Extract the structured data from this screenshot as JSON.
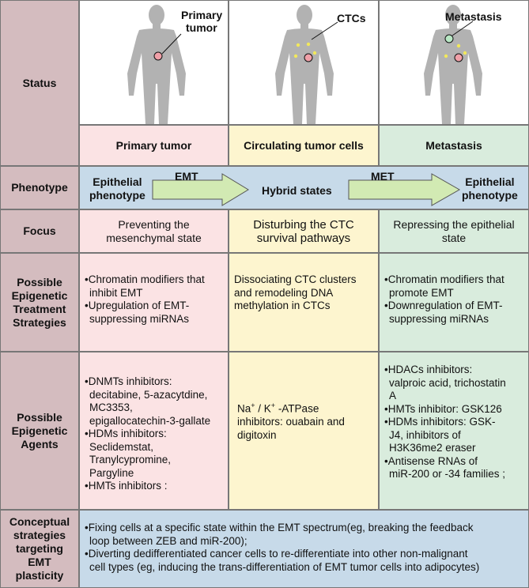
{
  "rows": {
    "status": "Status",
    "phenotype": "Phenotype",
    "focus": "Focus",
    "strategies": "Possible Epigenetic Treatment Strategies",
    "agents": "Possible Epigenetic Agents",
    "conceptual": "Conceptual strategies targeting EMT plasticity"
  },
  "status": {
    "primary_label_1": "Primary",
    "primary_label_2": "tumor",
    "ctc_label": "CTCs",
    "metastasis_label": "Metastasis",
    "col1_title": "Primary tumor",
    "col2_title": "Circulating tumor cells",
    "col3_title": "Metastasis"
  },
  "phenotype": {
    "left_1": "Epithelial",
    "left_2": "phenotype",
    "emt": "EMT",
    "middle": "Hybrid states",
    "met": "MET",
    "right_1": "Epithelial",
    "right_2": "phenotype"
  },
  "focus": {
    "col1_1": "Preventing the",
    "col1_2": "mesenchymal state",
    "col2_1": "Disturbing the CTC",
    "col2_2": "survival pathways",
    "col3_1": "Repressing the epithelial",
    "col3_2": "state"
  },
  "strategies": {
    "col1": [
      "•Chromatin modifiers that",
      "inhibit EMT",
      "•Upregulation of EMT-",
      "suppressing miRNAs"
    ],
    "col2": [
      "Dissociating CTC clusters",
      "and remodeling DNA",
      "methylation in CTCs"
    ],
    "col3": [
      "•Chromatin  modifiers that",
      "promote EMT",
      "•Downregulation  of EMT-",
      "suppressing miRNAs"
    ]
  },
  "agents": {
    "col1": [
      "•DNMTs inhibitors:",
      "decitabine, 5-azacytdine,",
      "MC3353,",
      "epigallocatechin-3-gallate",
      "•HDMs inhibitors:",
      "Seclidemstat,",
      "Tranylcypromine,",
      "Pargyline",
      "•HMTs inhibitors :"
    ],
    "col2_na": "Na",
    "col2_plus1": "+",
    "col2_k": " / K",
    "col2_plus2": "+",
    "col2_rest": " -ATPase",
    "col2_lines": [
      "inhibitors: ouabain and",
      "digitoxin"
    ],
    "col3": [
      "•HDACs inhibitors:",
      "valproic acid, trichostatin",
      "A",
      "•HMTs inhibitor: GSK126",
      "•HDMs inhibitors: GSK-",
      "J4, inhibitors of",
      "H3K36me2 eraser",
      "•Antisense RNAs of",
      "miR-200 or -34 families ;"
    ]
  },
  "conceptual": {
    "lines": [
      "•Fixing cells at a specific state within the EMT spectrum(eg, breaking the feedback",
      "loop between ZEB and miR-200);",
      "•Diverting dedifferentiated cancer cells to re-differentiate into other non-malignant",
      "cell types (eg, inducing the trans-differentiation of EMT tumor cells into adipocytes)"
    ]
  },
  "colors": {
    "header": "#d4bcbf",
    "pink": "#fbe3e4",
    "yellow": "#fdf5cf",
    "green": "#d9ecdd",
    "blue": "#c7dae9",
    "arrow": "#d2eab3"
  }
}
